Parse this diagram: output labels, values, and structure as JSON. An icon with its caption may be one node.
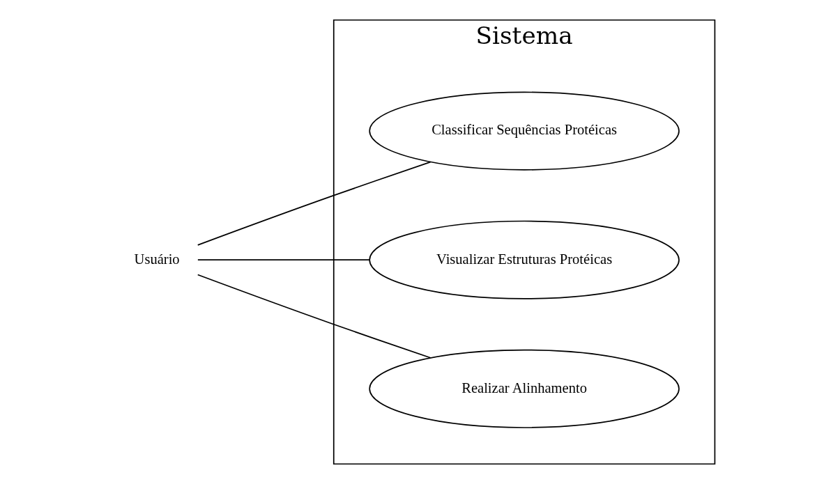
{
  "diagram": {
    "nodes": [
      {
        "text": [
          "Sistema"
        ]
      },
      {
        "text": [
          "Usuário"
        ]
      },
      {
        "text": [
          "Classificar Sequências Protéicas"
        ],
        "in": 0
      },
      {
        "text": [
          "Visualizar Estruturas Protéicas"
        ],
        "in": 0
      },
      {
        "text": [
          "Realizar Alinhamento"
        ],
        "in": 0
      }
    ],
    "edges": [
      {
        "from": 1,
        "to": 2,
        "arrow": "none"
      },
      {
        "from": 1,
        "to": 3,
        "arrow": "none"
      },
      {
        "from": 1,
        "to": 4,
        "arrow": "none"
      }
    ]
  }
}
